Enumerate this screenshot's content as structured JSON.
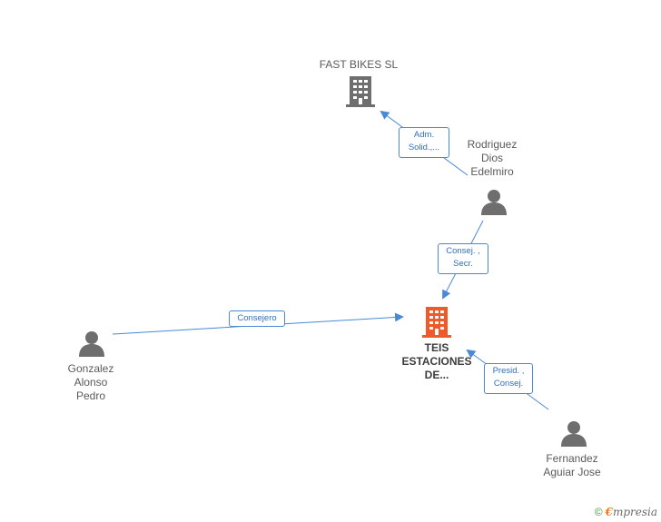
{
  "colors": {
    "edge": "#4a89d6",
    "company_gray": "#6e6e6e",
    "company_main": "#f05a28",
    "person": "#6e6e6e"
  },
  "nodes": {
    "fast_bikes": {
      "label": "FAST BIKES SL",
      "icon": "building-icon"
    },
    "teis": {
      "label": "TEIS\nESTACIONES\nDE...",
      "icon": "building-icon"
    },
    "rodriguez": {
      "label": "Rodriguez\nDios\nEdelmiro",
      "icon": "person-icon"
    },
    "gonzalez": {
      "label": "Gonzalez\nAlonso\nPedro",
      "icon": "person-icon"
    },
    "fernandez": {
      "label": "Fernandez\nAguiar Jose",
      "icon": "person-icon"
    }
  },
  "edges": {
    "rodriguez_fastbikes": {
      "label": "Adm.\nSolid.,..."
    },
    "rodriguez_teis": {
      "label": "Consej. ,\nSecr."
    },
    "gonzalez_teis": {
      "label": "Consejero"
    },
    "fernandez_teis": {
      "label": "Presid. ,\nConsej."
    }
  },
  "watermark": {
    "copyright": "©",
    "brand_e": "€",
    "brand_rest": "mpresia"
  }
}
